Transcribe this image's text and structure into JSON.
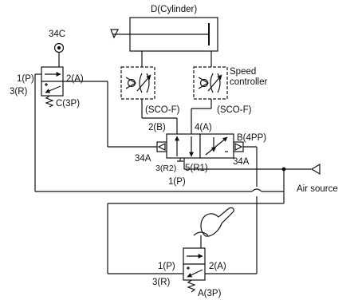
{
  "cylinder": {
    "label": "D(Cylinder)"
  },
  "speed_controller": {
    "label_line1": "Speed",
    "label_line2": "controller",
    "left_code": "(SCO-F)",
    "right_code": "(SCO-F)"
  },
  "valve_c": {
    "tag": "34C",
    "port_p": "1(P)",
    "port_a": "2(A)",
    "port_r": "3(R)",
    "name": "C(3P)"
  },
  "valve_b": {
    "port_b": "2(B)",
    "port_a": "4(A)",
    "name": "B(4PP)",
    "pilot_left": "34A",
    "pilot_right": "34A",
    "port_r2": "3(R2)",
    "port_r1": "5(R1)",
    "port_p": "1(P)"
  },
  "valve_a": {
    "port_p": "1(P)",
    "port_a": "2(A)",
    "port_r": "3(R)",
    "name": "A(3P)"
  },
  "air": {
    "label": "Air source"
  }
}
